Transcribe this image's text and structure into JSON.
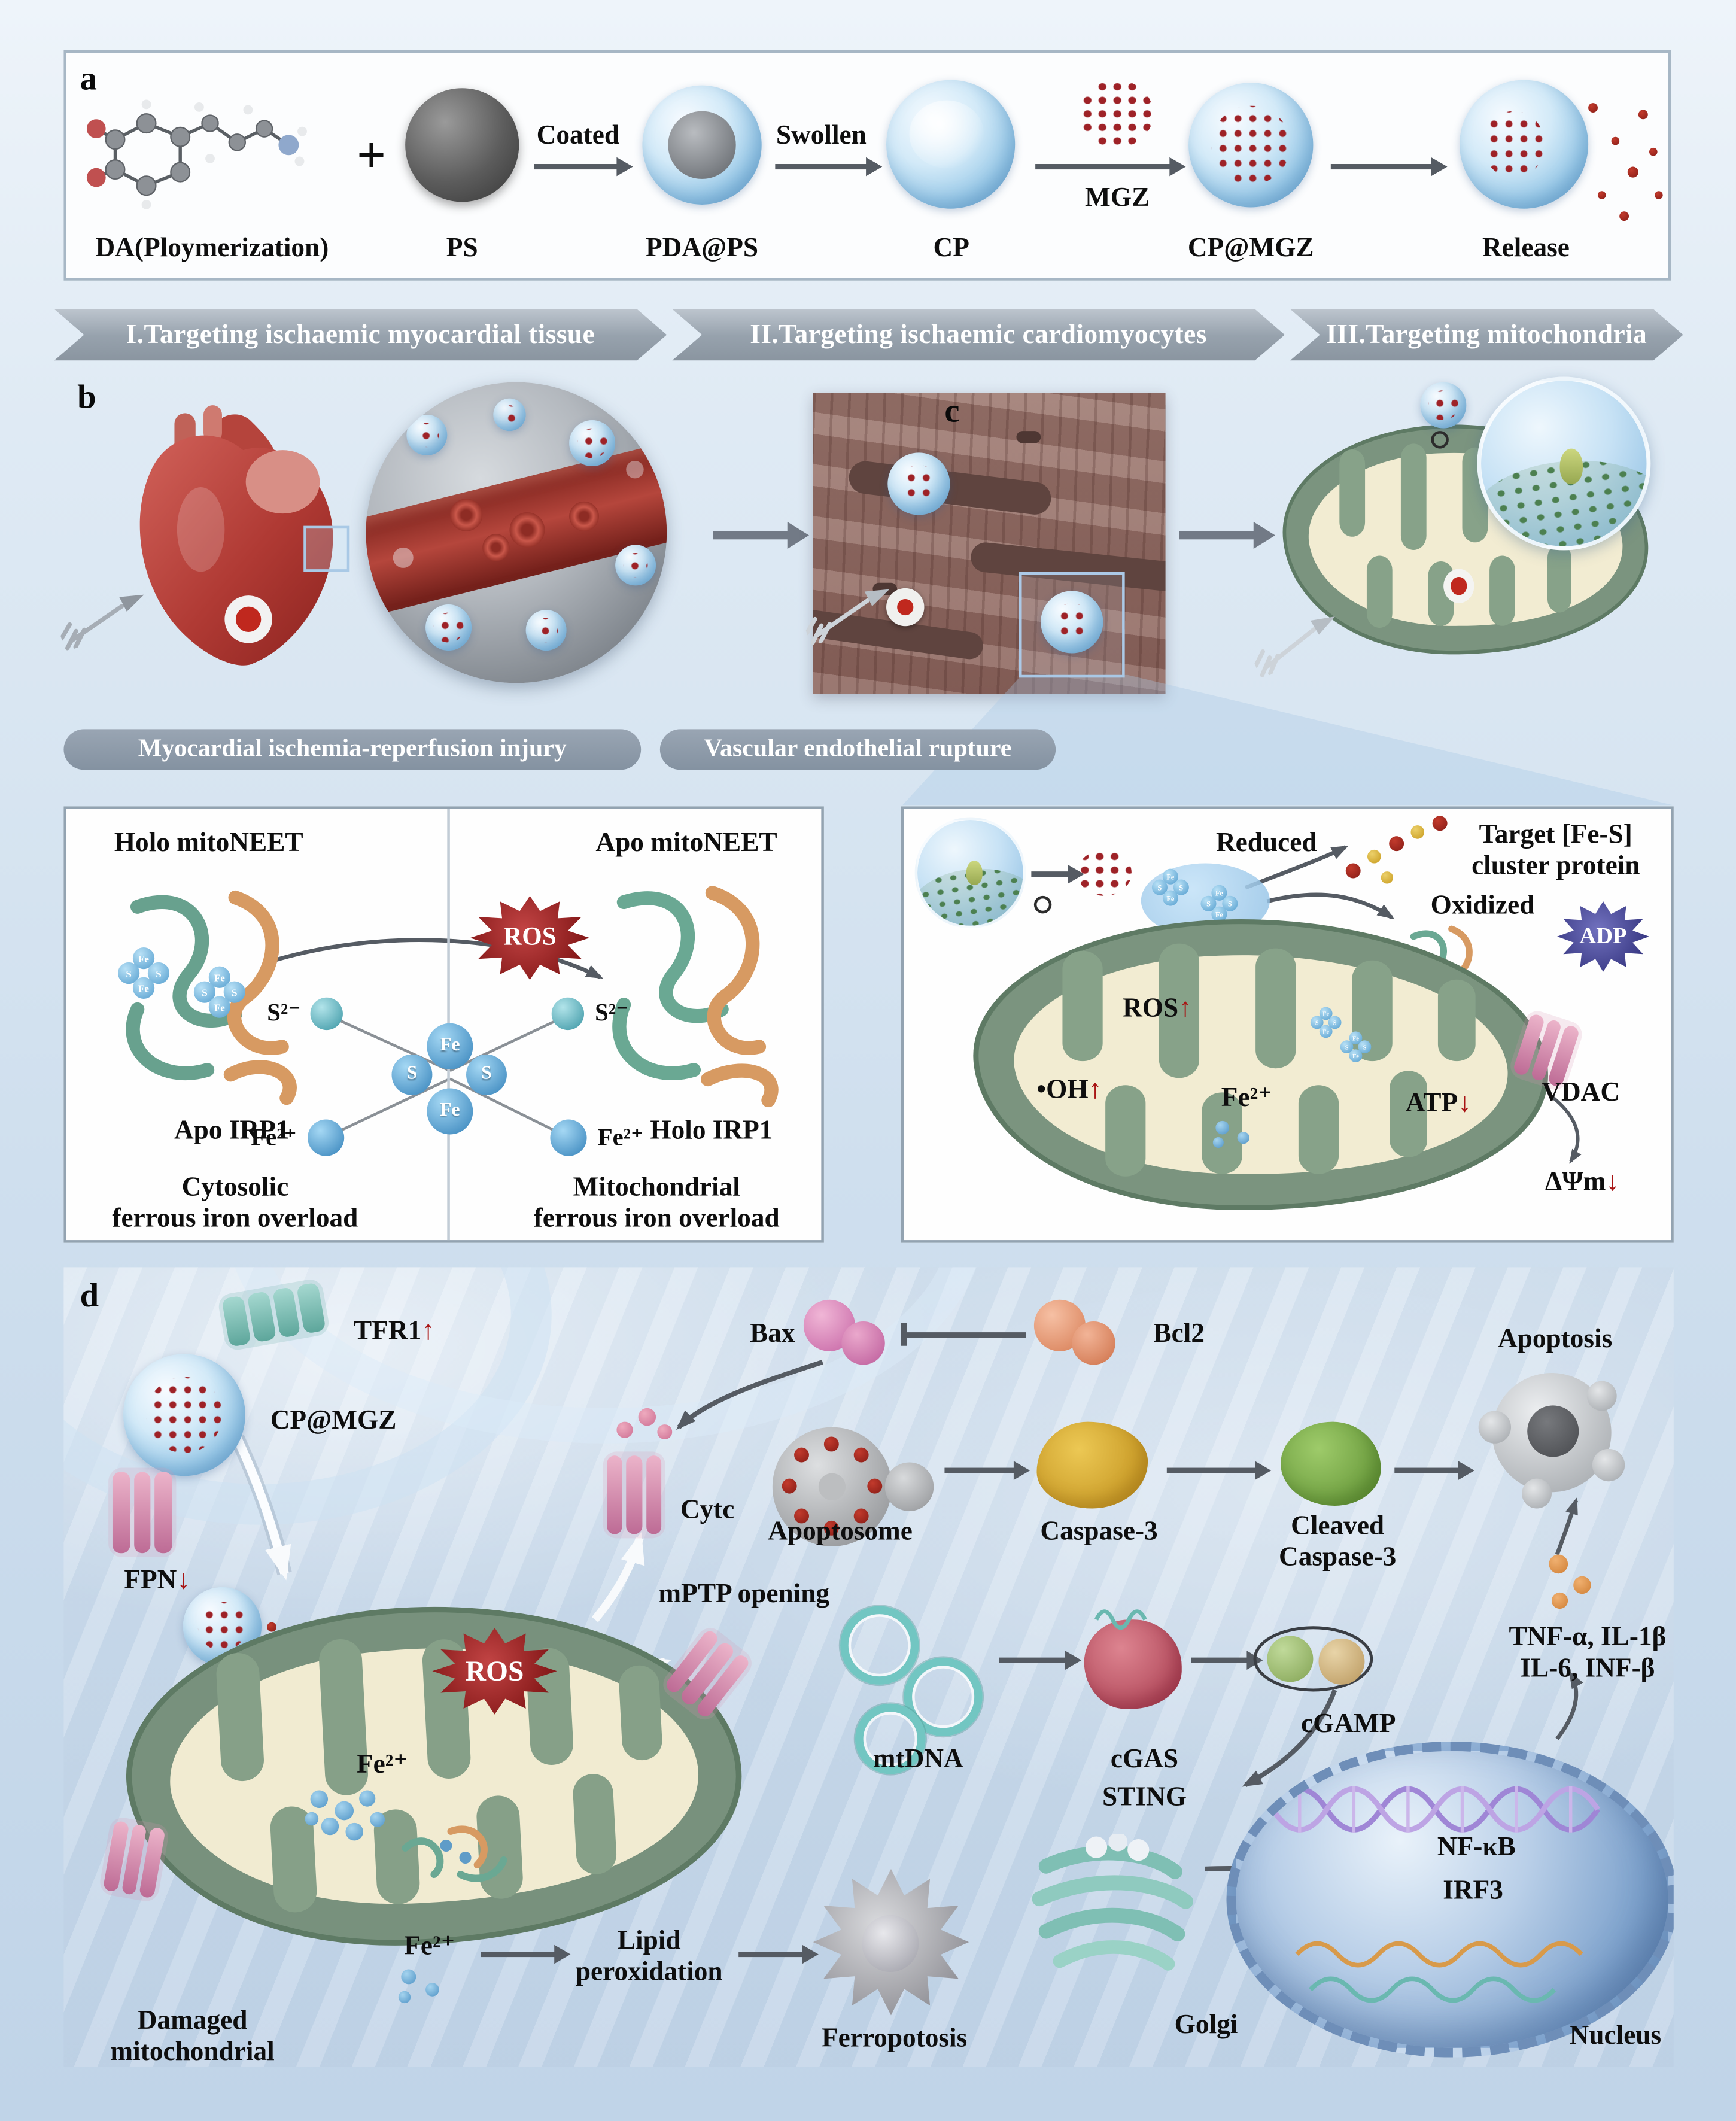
{
  "glyphs": {
    "up": "↑",
    "down": "↓",
    "plus": "+",
    "fe": "Fe",
    "s": "S"
  },
  "panel_a": {
    "tag": "a",
    "da": "DA(Ploymerization)",
    "ps": "PS",
    "coated": "Coated",
    "pda_ps": "PDA@PS",
    "swollen": "Swollen",
    "cp": "CP",
    "mgz": "MGZ",
    "cp_mgz": "CP@MGZ",
    "release": "Release"
  },
  "banners": [
    "I.Targeting ischaemic myocardial tissue",
    "II.Targeting ischaemic cardiomyocytes",
    "III.Targeting mitochondria"
  ],
  "panel_b": {
    "tag": "b",
    "c_tag": "c",
    "pill_left": "Myocardial ischemia-reperfusion injury",
    "pill_right": "Vascular endothelial rupture"
  },
  "iron_box": {
    "holo_mitoneet": "Holo mitoNEET",
    "apo_mitoneet": "Apo mitoNEET",
    "ros": "ROS",
    "apo_irp1": "Apo IRP1",
    "holo_irp1": "Holo IRP1",
    "s2": "S²⁻",
    "fe2": "Fe²⁺",
    "cyto_line1": "Cytosolic",
    "cyto_line2": "ferrous iron overload",
    "mito_line1": "Mitochondrial",
    "mito_line2": "ferrous iron overload"
  },
  "mito_box": {
    "reduced": "Reduced",
    "target_line1": "Target [Fe-S]",
    "target_line2": "cluster protein",
    "oxidized": "Oxidized",
    "adp": "ADP",
    "ros": "ROS",
    "oh": "•OH",
    "fe2": "Fe²⁺",
    "atp": "ATP",
    "vdac": "VDAC",
    "psi": "ΔΨm"
  },
  "panel_d": {
    "tag": "d",
    "tfr1": "TFR1",
    "cp_mgz": "CP@MGZ",
    "fpn": "FPN",
    "bax": "Bax",
    "bcl2": "Bcl2",
    "cytc": "Cytc",
    "mptp": "mPTP opening",
    "apoptosome": "Apoptosome",
    "caspase3": "Caspase-3",
    "cleaved_line1": "Cleaved",
    "cleaved_line2": "Caspase-3",
    "apoptosis": "Apoptosis",
    "ros": "ROS",
    "fe2": "Fe²⁺",
    "mtdna": "mtDNA",
    "cgas": "cGAS",
    "cgamp": "cGAMP",
    "cytokines_line1": "TNF-α, IL-1β",
    "cytokines_line2": "IL-6, INF-β",
    "sting": "STING",
    "nfkb": "NF-κB",
    "irf3": "IRF3",
    "golgi": "Golgi",
    "nucleus": "Nucleus",
    "lipid_line1": "Lipid",
    "lipid_line2": "peroxidation",
    "ferroptosis": "Ferropotosis",
    "damaged_line1": "Damaged",
    "damaged_line2": "mitochondrial"
  },
  "colors": {
    "ros_red": "#871a1a",
    "adp_purple": "#3b3b86",
    "arrow_red": "#a81414",
    "mito_green": "#7b947f",
    "matrix_cream": "#f2ecd2",
    "nanoparticle_blue": "#9ccbe9",
    "background_blue": "#cfdfee"
  }
}
